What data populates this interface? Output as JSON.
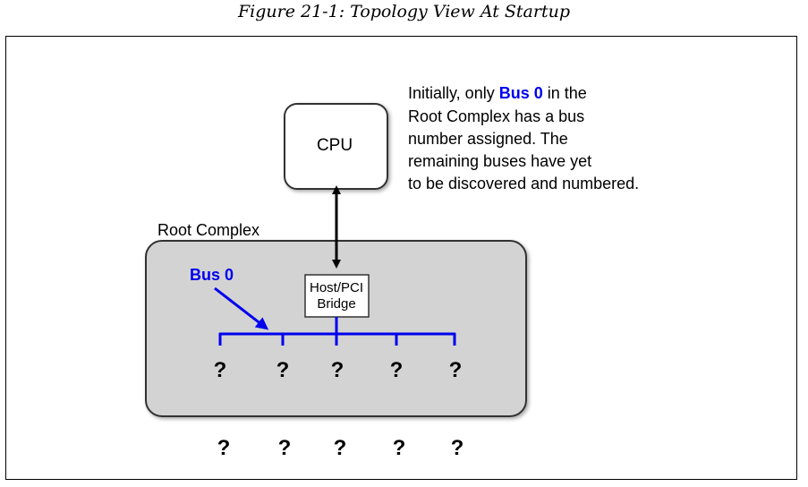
{
  "caption": "Figure 21-1: Topology View At Startup",
  "cpu_label": "CPU",
  "root_complex_label": "Root Complex",
  "bridge_label_line1": "Host/PCI",
  "bridge_label_line2": "Bridge",
  "bus_label": "Bus 0",
  "note": {
    "line1_pre": "Initially, only ",
    "line1_bold": "Bus 0",
    "line1_post": " in the",
    "line2": "Root Complex has a bus",
    "line3": "number assigned. The",
    "line4": "remaining buses have yet",
    "line5": "to be discovered and numbered."
  },
  "inner_unknowns": [
    "?",
    "?",
    "?",
    "?",
    "?"
  ],
  "outer_unknowns": [
    "?",
    "?",
    "?",
    "?",
    "?"
  ],
  "colors": {
    "bus": "#0000ee",
    "root_complex_fill": "#d3d3d3",
    "box_stroke": "#333333"
  }
}
